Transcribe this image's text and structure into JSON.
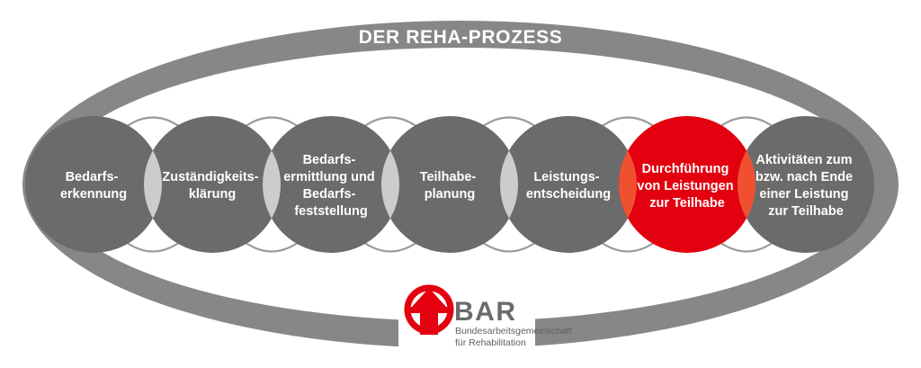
{
  "diagram": {
    "title": "DER REHA-PROZESS",
    "type": "cycle-process-diagram",
    "ring": {
      "label": "DER REHA-PROZESS",
      "color": "#878787",
      "shape": "ellipse-band"
    },
    "colors": {
      "circle_gray": "#6b6b6b",
      "circle_red": "#e3000f",
      "overlap_gray": "#cccccc",
      "overlap_red": "#ef5130",
      "ring_gray": "#878787",
      "arrow_gray": "#9a9a9a",
      "label_text": "#ffffff",
      "background": "#ffffff"
    },
    "steps": [
      {
        "index": 1,
        "name": "bedarfserkennung",
        "lines": [
          "Bedarfs-",
          "erkennung"
        ],
        "color": "#6b6b6b",
        "highlighted": false
      },
      {
        "index": 2,
        "name": "zustaendigkeitsklaerung",
        "lines": [
          "Zuständigkeits-",
          "klärung"
        ],
        "color": "#6b6b6b",
        "highlighted": false
      },
      {
        "index": 3,
        "name": "bedarfsermittlung",
        "lines": [
          "Bedarfs-",
          "ermittlung und",
          "Bedarfs-",
          "feststellung"
        ],
        "color": "#6b6b6b",
        "highlighted": false
      },
      {
        "index": 4,
        "name": "teilhabeplanung",
        "lines": [
          "Teilhabe-",
          "planung"
        ],
        "color": "#6b6b6b",
        "highlighted": false
      },
      {
        "index": 5,
        "name": "leistungsentscheidung",
        "lines": [
          "Leistungs-",
          "entscheidung"
        ],
        "color": "#6b6b6b",
        "highlighted": false
      },
      {
        "index": 6,
        "name": "durchfuehrung-von-leistungen",
        "lines": [
          "Durchführung",
          "von Leistungen",
          "zur Teilhabe"
        ],
        "color": "#e3000f",
        "highlighted": true
      },
      {
        "index": 7,
        "name": "aktivitaeten-nach-ende",
        "lines": [
          "Aktivitäten zum",
          "bzw. nach Ende",
          "einer Leistung",
          "zur Teilhabe"
        ],
        "color": "#6b6b6b",
        "highlighted": false
      }
    ],
    "connector_arrows": {
      "count": 12,
      "style": "double-headed-arc",
      "position": "above and below each circle pair",
      "color": "#9a9a9a"
    },
    "logo": {
      "name": "BAR",
      "wordmark": "BAR",
      "subtitle_line1": "Bundesarbeitsgemeinschaft",
      "subtitle_line2": "für Rehabilitation",
      "mark": "circle-with-up-arrow",
      "mark_color": "#e3000f"
    }
  }
}
